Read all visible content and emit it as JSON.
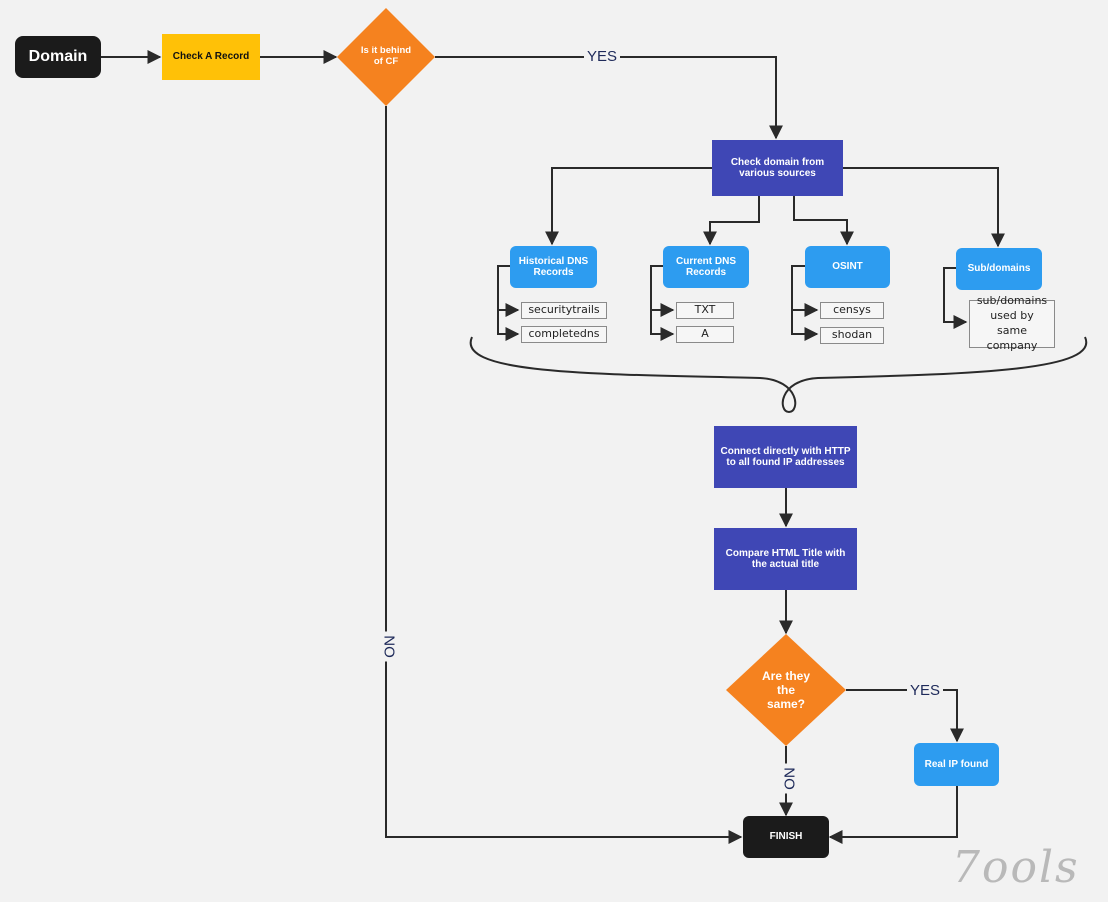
{
  "nodes": {
    "domain": "Domain",
    "check_a_record": "Check A Record",
    "is_behind_cf": "Is it behind of CF",
    "check_sources": "Check domain from various sources",
    "historical_dns": "Historical DNS Records",
    "current_dns": "Current DNS Records",
    "osint": "OSINT",
    "subdomains": "Sub/domains",
    "connect_http": "Connect directly with HTTP to all found IP addresses",
    "compare_title": "Compare HTML Title with the actual title",
    "are_same": "Are they the same?",
    "real_ip": "Real IP found",
    "finish": "FINISH"
  },
  "leaves": {
    "historical": [
      "securitytrails",
      "completedns"
    ],
    "current": [
      "TXT",
      "A"
    ],
    "osint": [
      "censys",
      "shodan"
    ],
    "subdomains": [
      "sub/domains used by same company"
    ]
  },
  "edge_labels": {
    "cf_yes": "YES",
    "cf_no": "NO",
    "same_yes": "YES",
    "same_no": "NO"
  },
  "watermark": "7ools",
  "colors": {
    "background": "#f2f2f2",
    "terminal": "#1b1b1b",
    "action_yellow": "#ffc107",
    "decision_orange": "#f5821f",
    "process_indigo": "#3f47b5",
    "source_blue": "#2d9cf0"
  }
}
